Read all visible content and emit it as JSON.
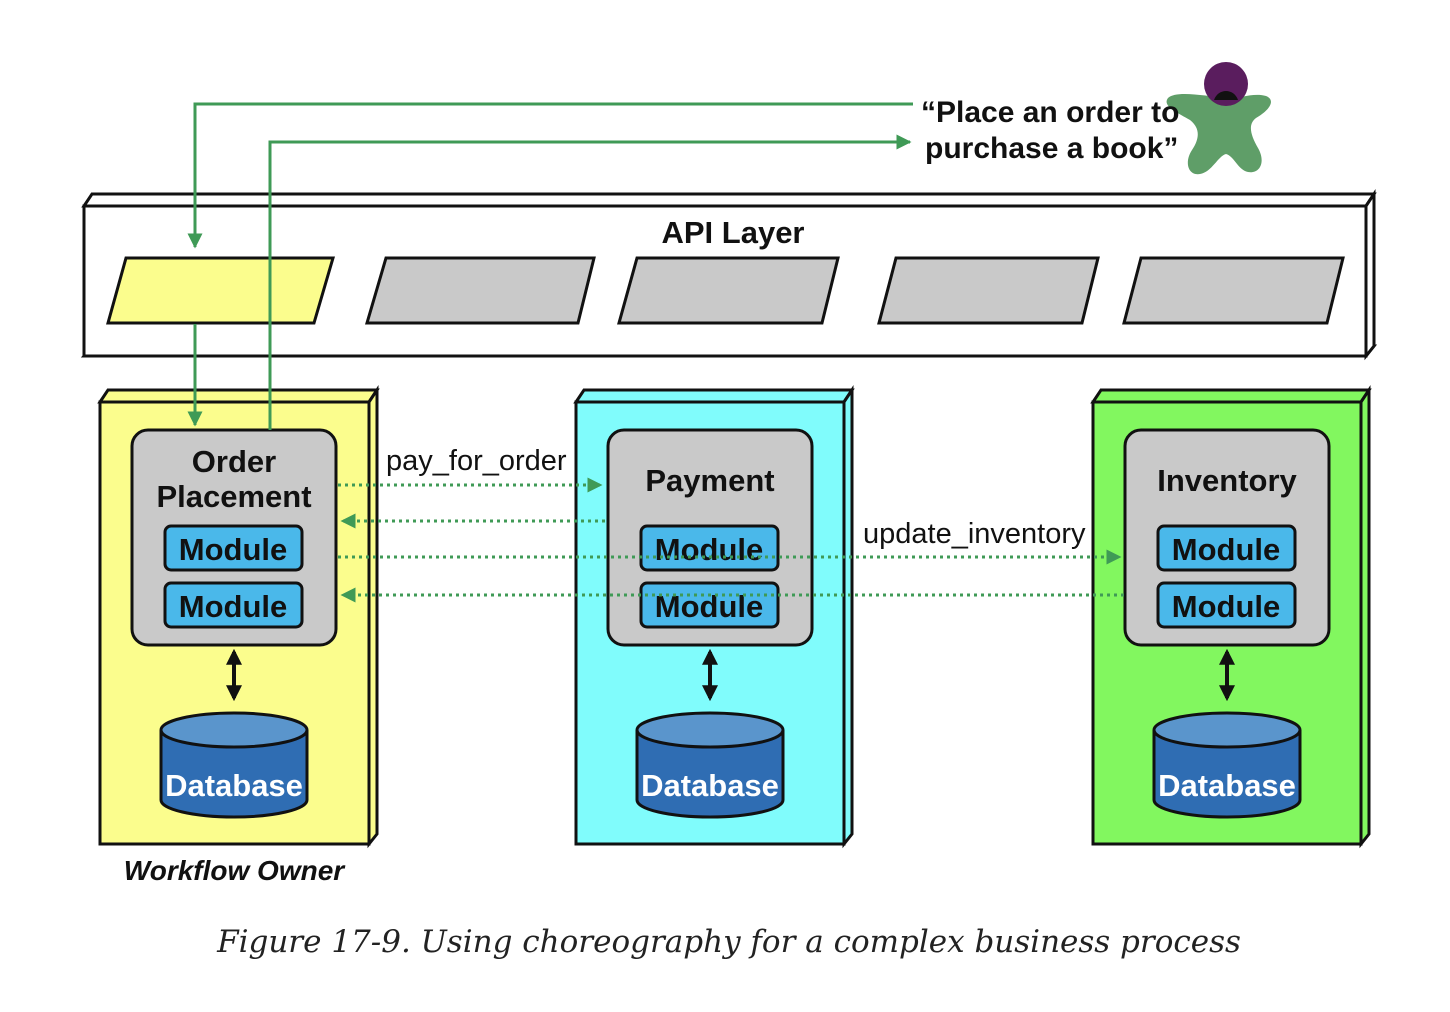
{
  "user_quote": {
    "line1": "“Place an order to",
    "line2": "purchase a book”"
  },
  "api_layer": {
    "title": "API Layer",
    "endpoint_count": 5,
    "active_endpoint_color": "#fbfd8d",
    "inactive_endpoint_color": "#c9c9c9"
  },
  "services": [
    {
      "name_line1": "Order",
      "name_line2": "Placement",
      "modules": [
        "Module",
        "Module"
      ],
      "database": "Database",
      "color": "#fbfd8d",
      "caption": "Workflow Owner"
    },
    {
      "name_line1": "Payment",
      "modules": [
        "Module",
        "Module"
      ],
      "database": "Database",
      "color": "#80fcfc"
    },
    {
      "name_line1": "Inventory",
      "modules": [
        "Module",
        "Module"
      ],
      "database": "Database",
      "color": "#82f75f"
    }
  ],
  "messages": {
    "pay": "pay_for_order",
    "inventory": "update_inventory"
  },
  "colors": {
    "arrow_green": "#3f9a56",
    "module_blue": "#4ab8ea",
    "database_blue": "#2f6db3",
    "service_gray": "#c9c9c9",
    "user_body": "#5f9e68",
    "user_head": "#5a1d5e"
  },
  "caption": "Figure 17-9. Using choreography for a complex business process"
}
